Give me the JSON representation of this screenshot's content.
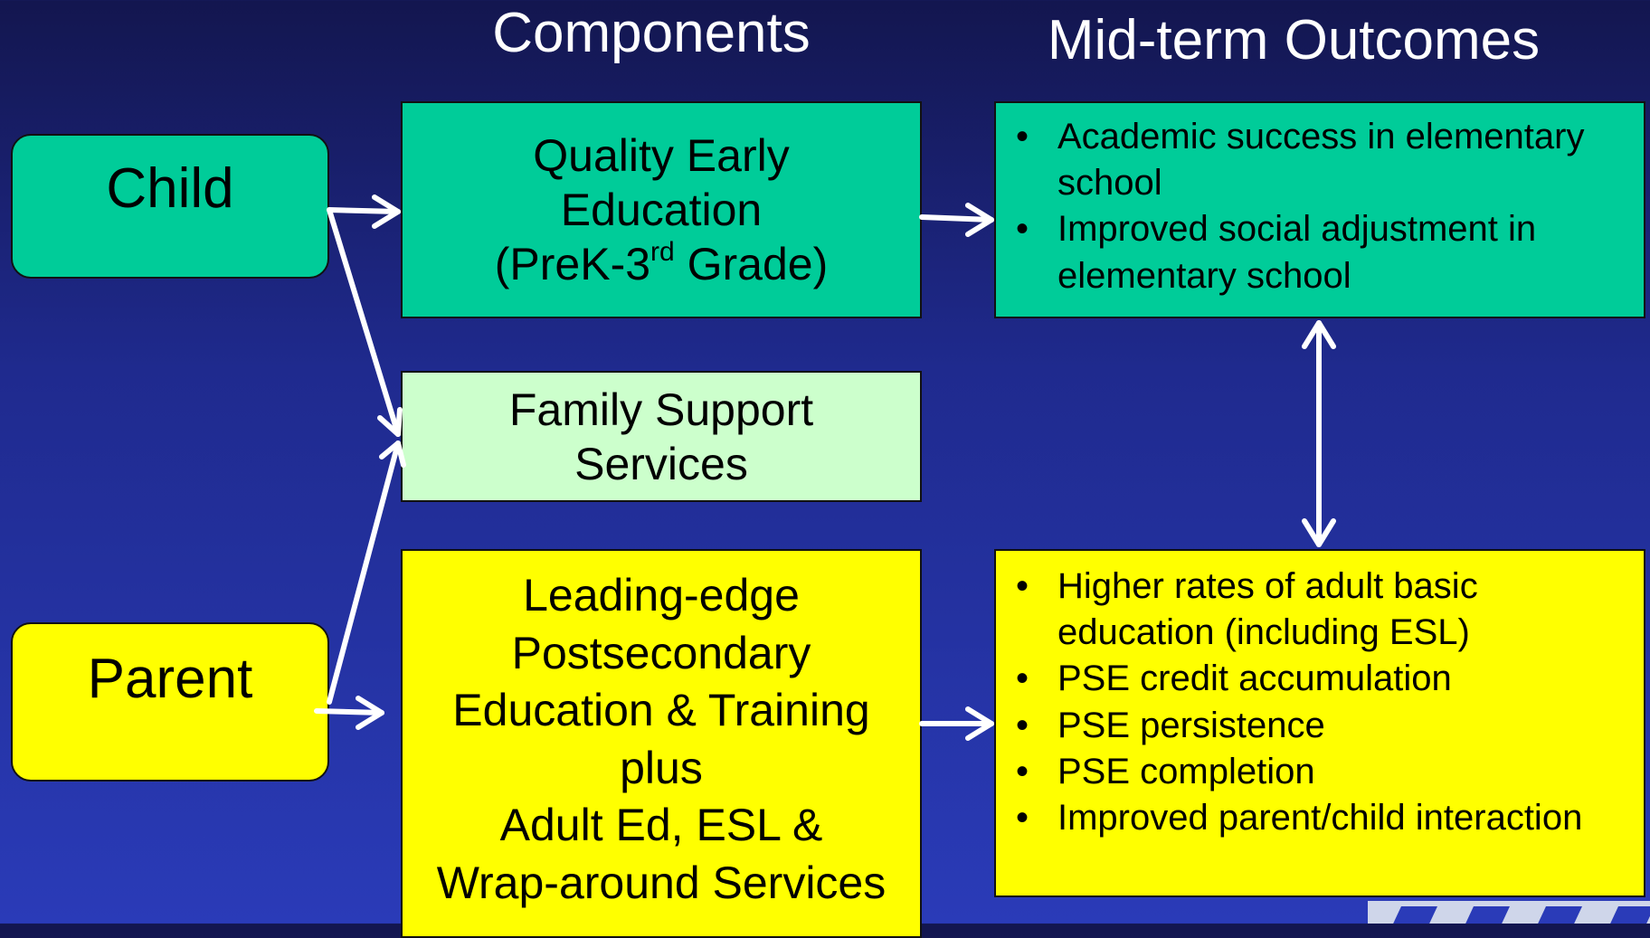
{
  "headings": {
    "components": "Components",
    "outcomes": "Mid-term Outcomes"
  },
  "nodes": {
    "child": "Child",
    "parent": "Parent",
    "quality_early_education": {
      "line1": "Quality Early",
      "line2": "Education",
      "line3_pre": "(PreK-3",
      "line3_sup": "rd",
      "line3_post": " Grade)"
    },
    "family_support": {
      "line1": "Family Support",
      "line2": "Services"
    },
    "postsecondary": {
      "lines": [
        "Leading-edge",
        "Postsecondary",
        "Education & Training",
        "plus",
        "Adult Ed, ESL &",
        "Wrap-around Services"
      ]
    }
  },
  "outcomes": {
    "child": [
      "Academic success in elementary school",
      "Improved social adjustment in elementary school"
    ],
    "parent": [
      "Higher rates of adult basic education (including ESL)",
      "PSE credit accumulation",
      "PSE persistence",
      "PSE completion",
      "Improved parent/child interaction"
    ]
  },
  "colors": {
    "green": "#00cc99",
    "light_green": "#ccffcc",
    "yellow": "#ffff00",
    "arrow": "#ffffff"
  }
}
